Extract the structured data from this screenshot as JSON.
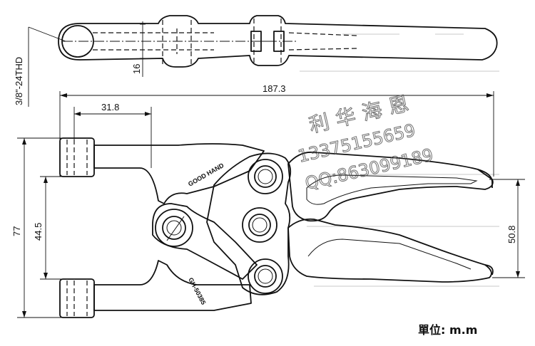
{
  "dimensions": {
    "thread": "3/8\"-24THD",
    "top_width": "16",
    "overall_length": "187.3",
    "jaw_depth": "31.8",
    "overall_height": "77",
    "jaw_opening": "44.5",
    "handle_height": "50.8"
  },
  "stamps": {
    "brand": "GOOD HAND",
    "model": "GH-50385"
  },
  "watermark": {
    "name": "利华海恩",
    "phone": "13375155659",
    "qq": "QQ:863099189"
  },
  "unit_label": "單位: m.m"
}
